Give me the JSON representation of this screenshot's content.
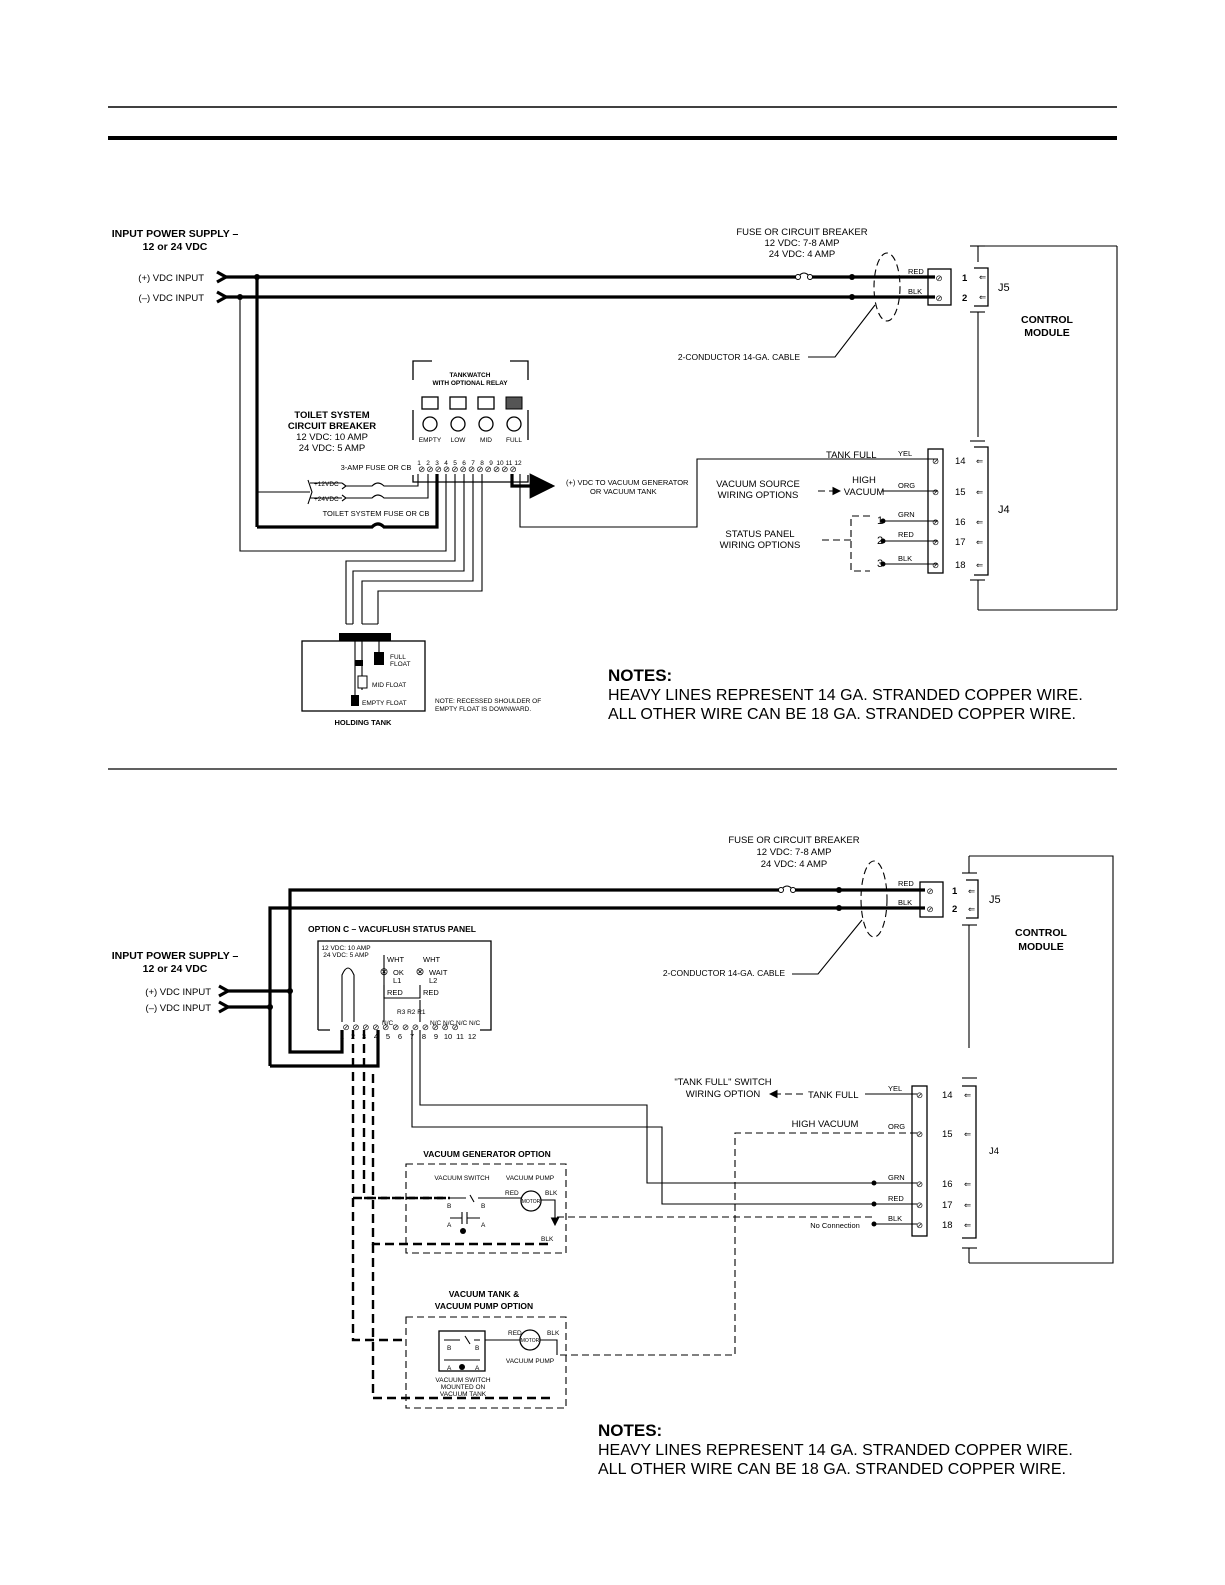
{
  "diagram_a": {
    "input_title_1": "INPUT POWER SUPPLY –",
    "input_title_2": "12 or 24 VDC",
    "pos_input": "(+) VDC INPUT",
    "neg_input": "(–) VDC INPUT",
    "fuse_1": "FUSE OR CIRCUIT BREAKER",
    "fuse_2": "12 VDC: 7-8 AMP",
    "fuse_3": "24 VDC: 4 AMP",
    "red": "RED",
    "blk": "BLK",
    "pin1": "1",
    "pin2": "2",
    "j5": "J5",
    "control_1": "CONTROL",
    "control_2": "MODULE",
    "cable": "2-CONDUCTOR 14-GA. CABLE",
    "tankwatch_1": "TANKWATCH",
    "tankwatch_2": "WITH OPTIONAL RELAY",
    "levels": [
      "EMPTY",
      "LOW",
      "MID",
      "FULL"
    ],
    "terminals": [
      "1",
      "2",
      "3",
      "4",
      "5",
      "6",
      "7",
      "8",
      "9",
      "10",
      "11",
      "12"
    ],
    "toilet_cb_1": "TOILET SYSTEM",
    "toilet_cb_2": "CIRCUIT BREAKER",
    "toilet_cb_3": "12 VDC: 10 AMP",
    "toilet_cb_4": "24 VDC: 5 AMP",
    "fuse_3amp": "3-AMP FUSE OR CB",
    "v12": "+12VDC",
    "v24": "+24VDC",
    "toilet_fuse": "TOILET SYSTEM FUSE OR CB",
    "vac_gen_1": "(+) VDC TO VACUUM GENERATOR",
    "vac_gen_2": "OR VACUUM TANK",
    "tank_full": "TANK FULL",
    "high_1": "HIGH",
    "high_2": "VACUUM",
    "vac_source_1": "VACUUM SOURCE",
    "vac_source_2": "WIRING OPTIONS",
    "status_1": "STATUS PANEL",
    "status_2": "WIRING OPTIONS",
    "status_nums": [
      "1",
      "2",
      "3"
    ],
    "j4": "J4",
    "j4_pins": [
      "14",
      "15",
      "16",
      "17",
      "18"
    ],
    "j4_colors": [
      "YEL",
      "ORG",
      "GRN",
      "RED",
      "BLK"
    ],
    "full_float_1": "FULL",
    "full_float_2": "FLOAT",
    "mid_float": "MID FLOAT",
    "empty_float": "EMPTY FLOAT",
    "holding_tank": "HOLDING TANK",
    "float_note_1": "NOTE: RECESSED SHOULDER OF",
    "float_note_2": "EMPTY FLOAT IS DOWNWARD.",
    "notes_h": "NOTES:",
    "notes_1": "HEAVY LINES REPRESENT 14 GA. STRANDED COPPER WIRE.",
    "notes_2": "ALL OTHER WIRE CAN BE 18 GA. STRANDED COPPER WIRE."
  },
  "diagram_b": {
    "fuse_1": "FUSE OR CIRCUIT BREAKER",
    "fuse_2": "12 VDC: 7-8 AMP",
    "fuse_3": "24 VDC: 4 AMP",
    "red": "RED",
    "blk": "BLK",
    "pin1": "1",
    "pin2": "2",
    "j5": "J5",
    "control_1": "CONTROL",
    "control_2": "MODULE",
    "option_c": "OPTION C – VACUFLUSH STATUS PANEL",
    "cb_1": "12 VDC: 10 AMP",
    "cb_2": "24 VDC: 5 AMP",
    "wht": "WHT",
    "ok": "OK",
    "l1": "L1",
    "wait": "WAIT",
    "l2": "L2",
    "panel_red": "RED",
    "relays": "R3 R2 R1",
    "nc_left": "N/C",
    "nc_right": "N/C  N/C N/C N/C",
    "terminals": [
      "1",
      "2",
      "3",
      "4",
      "5",
      "6",
      "7",
      "8",
      "9",
      "10",
      "11",
      "12"
    ],
    "input_title_1": "INPUT POWER SUPPLY –",
    "input_title_2": "12 or 24 VDC",
    "pos_input": "(+) VDC INPUT",
    "neg_input": "(–) VDC INPUT",
    "cable": "2-CONDUCTOR 14-GA. CABLE",
    "tank_full_switch_1": "\"TANK FULL\" SWITCH",
    "tank_full_switch_2": "WIRING OPTION",
    "tank_full": "TANK FULL",
    "high_vacuum": "HIGH VACUUM",
    "j4": "J4",
    "j4_pins": [
      "14",
      "15",
      "16",
      "17",
      "18"
    ],
    "j4_colors": [
      "YEL",
      "ORG",
      "GRN",
      "RED",
      "BLK"
    ],
    "no_connection": "No Connection",
    "vgen_title": "VACUUM GENERATOR OPTION",
    "vac_switch": "VACUUM SWITCH",
    "vac_pump": "VACUUM PUMP",
    "motor": "MOTOR",
    "a": "A",
    "b": "B",
    "vtank_1": "VACUUM TANK &",
    "vtank_2": "VACUUM PUMP OPTION",
    "mounted_1": "VACUUM SWITCH",
    "mounted_2": "MOUNTED ON",
    "mounted_3": "VACUUM TANK",
    "notes_h": "NOTES:",
    "notes_1": "HEAVY LINES REPRESENT 14 GA. STRANDED COPPER WIRE.",
    "notes_2": "ALL OTHER WIRE CAN BE 18 GA. STRANDED COPPER WIRE."
  }
}
